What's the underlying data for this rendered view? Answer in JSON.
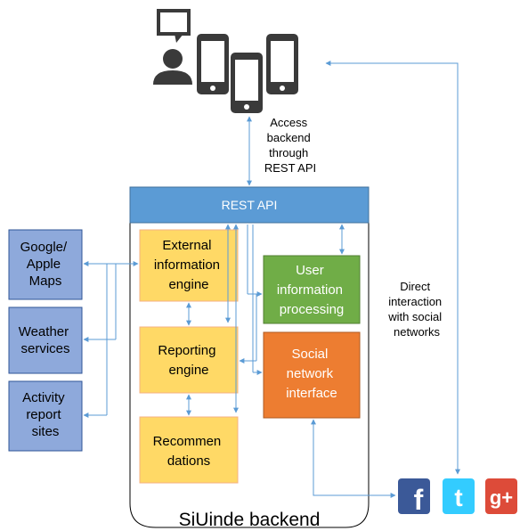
{
  "rest_api": {
    "label": "REST API"
  },
  "access_note": {
    "lines": [
      "Access",
      "backend",
      "through",
      "REST API"
    ]
  },
  "external_sources": [
    {
      "id": "maps",
      "lines": [
        "Google/",
        "Apple",
        "Maps"
      ]
    },
    {
      "id": "weather",
      "lines": [
        "Weather",
        "services"
      ]
    },
    {
      "id": "activity",
      "lines": [
        "Activity",
        "report",
        "sites"
      ]
    }
  ],
  "engines": [
    {
      "id": "external",
      "lines": [
        "External",
        "information",
        "engine"
      ]
    },
    {
      "id": "reporting",
      "lines": [
        "Reporting",
        "engine"
      ]
    },
    {
      "id": "recommendations",
      "lines": [
        "Recommen",
        "dations"
      ]
    }
  ],
  "user_info": {
    "lines": [
      "User",
      "information",
      "processing"
    ]
  },
  "social": {
    "lines": [
      "Social",
      "network",
      "interface"
    ]
  },
  "direct_note": {
    "lines": [
      "Direct",
      "interaction",
      "with social",
      "networks"
    ]
  },
  "backend": {
    "label": "SiUinde backend"
  },
  "social_icons": [
    {
      "name": "facebook-icon",
      "glyph": "f"
    },
    {
      "name": "twitter-icon",
      "glyph": "t"
    },
    {
      "name": "googleplus-icon",
      "glyph": "g+"
    }
  ],
  "colors": {
    "rest_api": "#5b9bd5",
    "external_box": "#8ea9db",
    "engine_box": "#ffd966",
    "user_info": "#70ad47",
    "social": "#ed7d31",
    "arrow": "#5b9bd5",
    "facebook": "#3b5998",
    "twitter": "#33ccff",
    "googleplus": "#dd4b39"
  }
}
